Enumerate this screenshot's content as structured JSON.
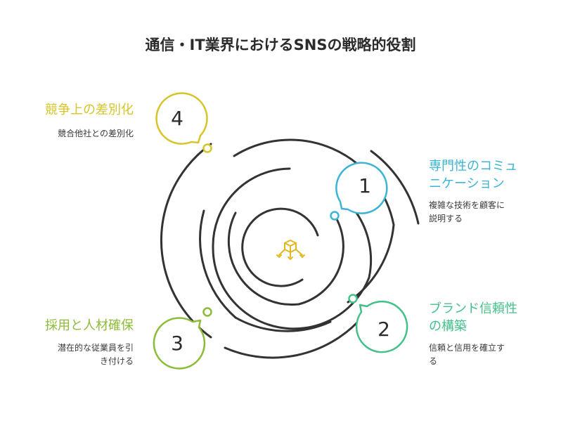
{
  "title": "通信・IT業界におけるSNSの戦略的役割",
  "colors": {
    "c1": "#3bb4d6",
    "c2": "#45c08a",
    "c3": "#8dbb3a",
    "c4": "#d6c52a",
    "spiral": "#333333",
    "icon": "#e2b81f"
  },
  "items": [
    {
      "number": "1",
      "heading_line1": "専門性のコミュ",
      "heading_line2": "ニケーション",
      "desc_line1": "複雑な技術を顧客に",
      "desc_line2": "説明する"
    },
    {
      "number": "2",
      "heading_line1": "ブランド信頼性",
      "heading_line2": "の構築",
      "desc_line1": "信頼と信用を確立す",
      "desc_line2": "る"
    },
    {
      "number": "3",
      "heading_line1": "採用と人材確保",
      "desc_line1": "潜在的な従業員を引",
      "desc_line2": "き付ける"
    },
    {
      "number": "4",
      "heading_line1": "競争上の差別化",
      "desc_line1": "競合他社との差別化"
    }
  ],
  "center_icon": "cube-network-icon"
}
